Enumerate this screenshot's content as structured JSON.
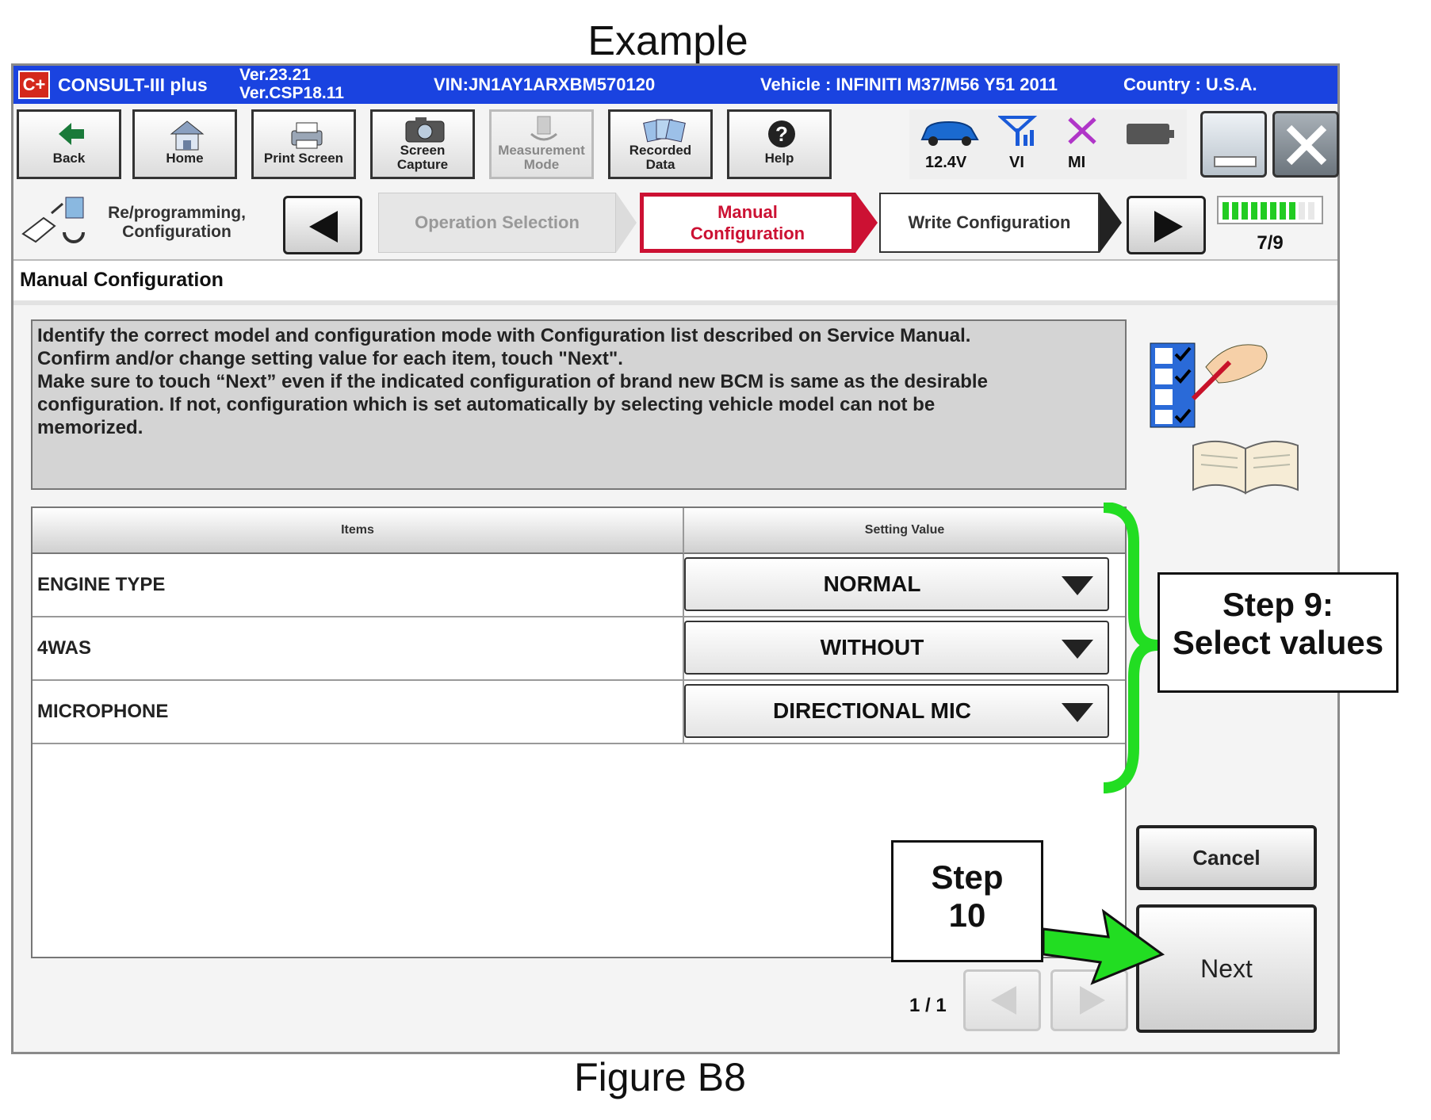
{
  "captions": {
    "top": "Example",
    "bottom": "Figure B8"
  },
  "titlebar": {
    "app_name": "CONSULT-III plus",
    "logo": "C+",
    "version_line1": "Ver.23.21",
    "version_line2": "Ver.CSP18.11",
    "vin": "VIN:JN1AY1ARXBM570120",
    "vehicle": "Vehicle : INFINITI M37/M56 Y51 2011",
    "country": "Country : U.S.A."
  },
  "toolbar": {
    "back": "Back",
    "home": "Home",
    "print_screen": "Print Screen",
    "screen_capture_1": "Screen",
    "screen_capture_2": "Capture",
    "measurement_1": "Measurement",
    "measurement_2": "Mode",
    "recorded_1": "Recorded",
    "recorded_2": "Data",
    "help": "Help",
    "battery_voltage": "12.4V",
    "vi_label": "VI",
    "mi_label": "MI"
  },
  "nav": {
    "section_1": "Re/programming,",
    "section_2": "Configuration",
    "step_prev": "Operation Selection",
    "step_current_1": "Manual",
    "step_current_2": "Configuration",
    "step_next": "Write Configuration",
    "progress_value": 0.7778,
    "progress_text": "7/9"
  },
  "page_title": "Manual Configuration",
  "instructions": {
    "line1": "Identify the correct model and configuration mode with Configuration list described on Service Manual.",
    "line2": "Confirm and/or change setting value for each item, touch \"Next\".",
    "line3": "Make sure to touch “Next” even if the indicated configuration of brand new BCM is same as the desirable",
    "line4": "configuration. If not, configuration which is set automatically by selecting vehicle model can not be",
    "line5": "memorized."
  },
  "table": {
    "headers": [
      "Items",
      "Setting Value"
    ],
    "rows": [
      {
        "item": "ENGINE TYPE",
        "value": "NORMAL"
      },
      {
        "item": "4WAS",
        "value": "WITHOUT"
      },
      {
        "item": "MICROPHONE",
        "value": "DIRECTIONAL MIC"
      }
    ]
  },
  "pager": {
    "text": "1 / 1"
  },
  "buttons": {
    "cancel": "Cancel",
    "next": "Next"
  },
  "callouts": {
    "step9_1": "Step 9:",
    "step9_2": "Select values",
    "step10_1": "Step",
    "step10_2": "10"
  },
  "colors": {
    "title_bar": "#1a43e0",
    "current_step": "#cc1133",
    "progress": "#22cc22",
    "annotation_green": "#22dd22"
  }
}
